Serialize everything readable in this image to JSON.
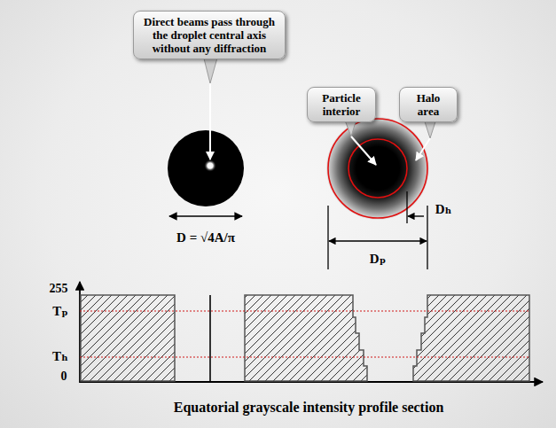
{
  "diagram": {
    "caption": "Equatorial grayscale intensity profile section",
    "nodes": [
      {
        "text": [
          "Direct beams pass through the droplet central axis without any diffraction"
        ]
      },
      {
        "text": [
          "Particle interior"
        ]
      },
      {
        "text": [
          "Halo area"
        ]
      }
    ],
    "labels": [
      "D = √4A/π",
      "Dₕ",
      "Dₚ",
      "255",
      "Tₚ",
      "Tₕ",
      "0"
    ]
  }
}
